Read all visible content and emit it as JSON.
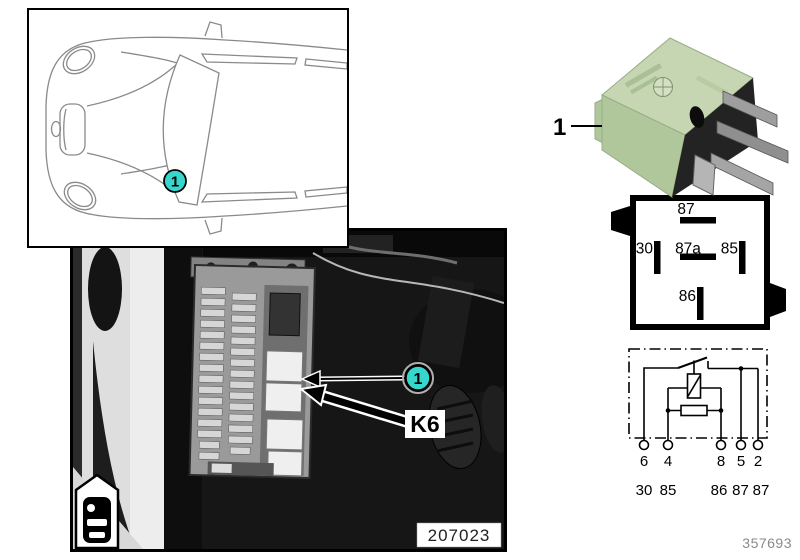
{
  "page": {
    "footer_number": "357693"
  },
  "colors": {
    "hotspot_cyan": "#36d6cc",
    "relay_green": "#b2c89e",
    "photo_black": "#141414",
    "line_gray": "#888888"
  },
  "location_panel": {
    "hotspot_label": "1"
  },
  "relay_photo": {
    "callout_label": "1"
  },
  "fusebox_photo": {
    "hotspot_label": "1",
    "component_code": "K6",
    "photo_id": "207023"
  },
  "pin_diagram": {
    "pin_top": "87",
    "pin_left": "30",
    "pin_center": "87a",
    "pin_right": "85",
    "pin_bottom": "86"
  },
  "schematic": {
    "terminal_numbers": [
      "6",
      "4",
      "8",
      "5",
      "2"
    ],
    "terminal_functions": [
      "30",
      "85",
      "86",
      "87",
      "87"
    ]
  }
}
